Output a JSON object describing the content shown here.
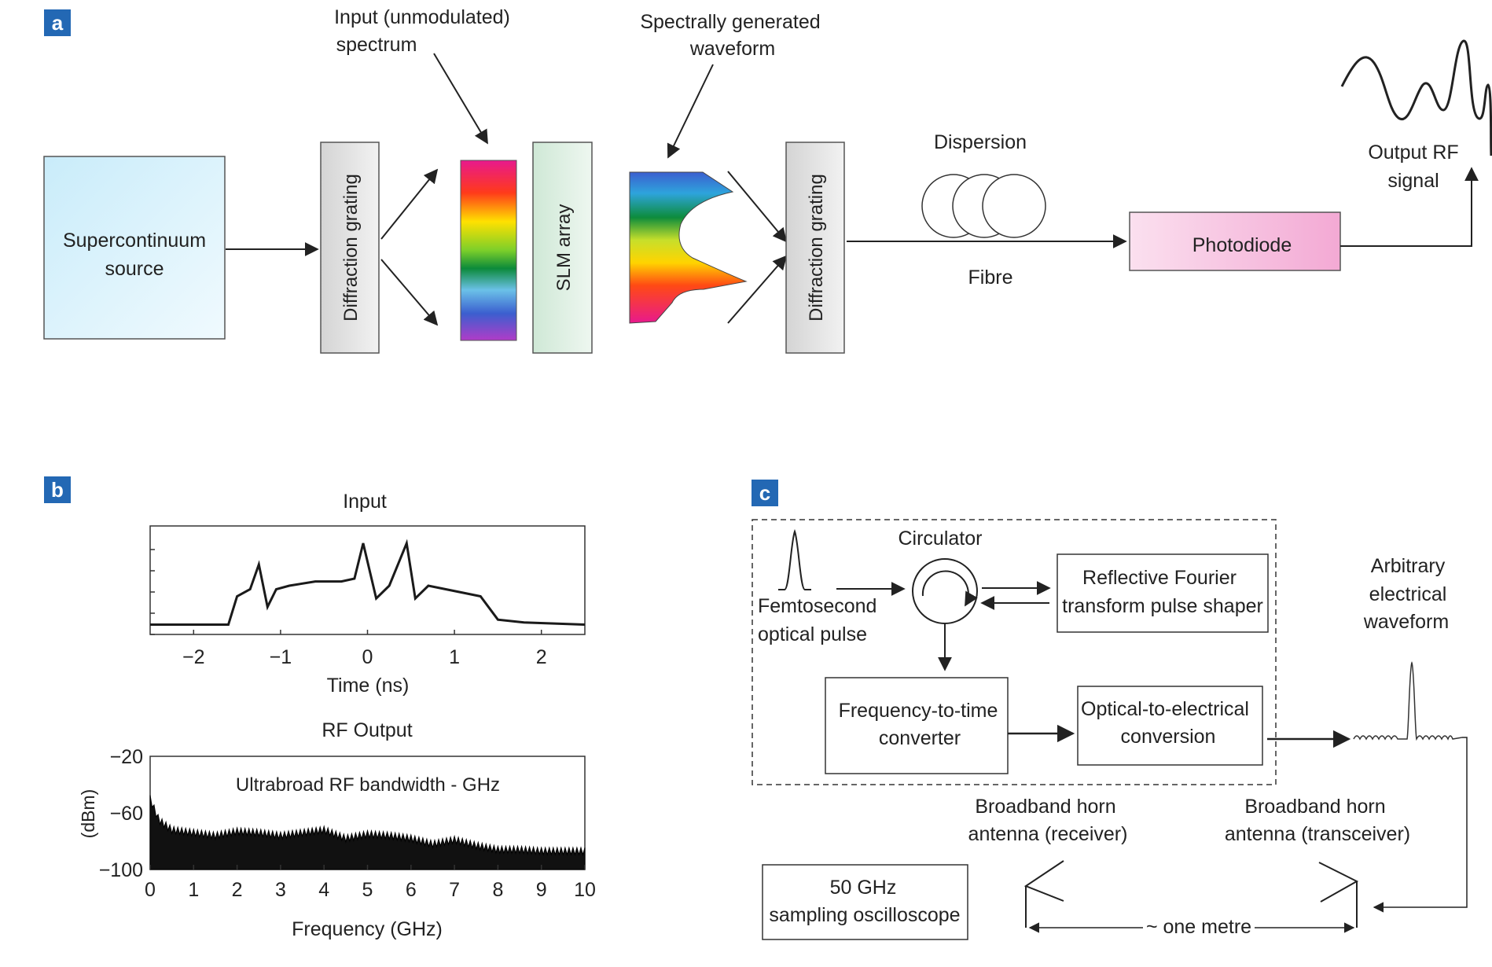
{
  "panels": {
    "a": "a",
    "b": "b",
    "c": "c"
  },
  "panel_a": {
    "source_line1": "Supercontinuum",
    "source_line2": "source",
    "grating1": "Diffraction grating",
    "grating2": "Diffraction grating",
    "slm": "SLM array",
    "input_label_line1": "Input (unmodulated)",
    "input_label_line2": "spectrum",
    "waveform_label_line1": "Spectrally generated",
    "waveform_label_line2": "waveform",
    "dispersion": "Dispersion",
    "fibre": "Fibre",
    "photodiode": "Photodiode",
    "output_line1": "Output RF",
    "output_line2": "signal"
  },
  "panel_b": {
    "input_title": "Input",
    "input_xlabel": "Time (ns)",
    "input_xticks": [
      "−2",
      "−1",
      "0",
      "1",
      "2"
    ],
    "rf_title": "RF Output",
    "rf_annotation": "Ultrabroad RF bandwidth - GHz",
    "rf_ylabel": "(dBm)",
    "rf_yticks": [
      "−20",
      "−60",
      "−100"
    ],
    "rf_xlabel": "Frequency (GHz)",
    "rf_xticks": [
      "0",
      "1",
      "2",
      "3",
      "4",
      "5",
      "6",
      "7",
      "8",
      "9",
      "10"
    ]
  },
  "panel_c": {
    "circulator": "Circulator",
    "pulse_line1": "Femtosecond",
    "pulse_line2": "optical pulse",
    "shaper_line1": "Reflective Fourier",
    "shaper_line2": "transform pulse shaper",
    "f2t_line1": "Frequency-to-time",
    "f2t_line2": "converter",
    "o2e_line1": "Optical-to-electrical",
    "o2e_line2": "conversion",
    "arb_line1": "Arbitrary",
    "arb_line2": "electrical",
    "arb_line3": "waveform",
    "rx_line1": "Broadband horn",
    "rx_line2": "antenna (receiver)",
    "tx_line1": "Broadband horn",
    "tx_line2": "antenna (transceiver)",
    "scope_line1": "50 GHz",
    "scope_line2": "sampling oscilloscope",
    "distance": "~ one metre"
  },
  "chart_data": [
    {
      "type": "line",
      "title": "Input",
      "xlabel": "Time (ns)",
      "ylabel": "",
      "xlim": [
        -2.5,
        2.5
      ],
      "x": [
        -2.5,
        -1.6,
        -1.5,
        -1.35,
        -1.25,
        -1.15,
        -1.05,
        -0.9,
        -0.6,
        -0.3,
        -0.15,
        -0.05,
        0.1,
        0.25,
        0.45,
        0.55,
        0.7,
        0.9,
        1.1,
        1.3,
        1.5,
        1.8,
        2.5
      ],
      "y": [
        0.05,
        0.05,
        0.45,
        0.55,
        0.9,
        0.3,
        0.55,
        0.6,
        0.66,
        0.66,
        0.7,
        1.2,
        0.42,
        0.6,
        1.2,
        0.42,
        0.6,
        0.55,
        0.5,
        0.45,
        0.12,
        0.08,
        0.05
      ]
    },
    {
      "type": "area",
      "title": "RF Output",
      "annotation": "Ultrabroad RF bandwidth - GHz",
      "xlabel": "Frequency (GHz)",
      "ylabel": "(dBm)",
      "xlim": [
        0,
        10
      ],
      "ylim": [
        -100,
        -20
      ],
      "x": [
        0,
        0.2,
        0.5,
        1,
        1.5,
        2,
        2.5,
        3,
        3.5,
        4,
        4.5,
        5,
        5.5,
        6,
        6.5,
        7,
        7.5,
        8,
        8.5,
        9,
        9.5,
        10
      ],
      "y": [
        -50,
        -65,
        -72,
        -74,
        -76,
        -73,
        -74,
        -76,
        -74,
        -72,
        -78,
        -75,
        -76,
        -78,
        -82,
        -79,
        -83,
        -86,
        -86,
        -87,
        -87,
        -87
      ]
    }
  ]
}
